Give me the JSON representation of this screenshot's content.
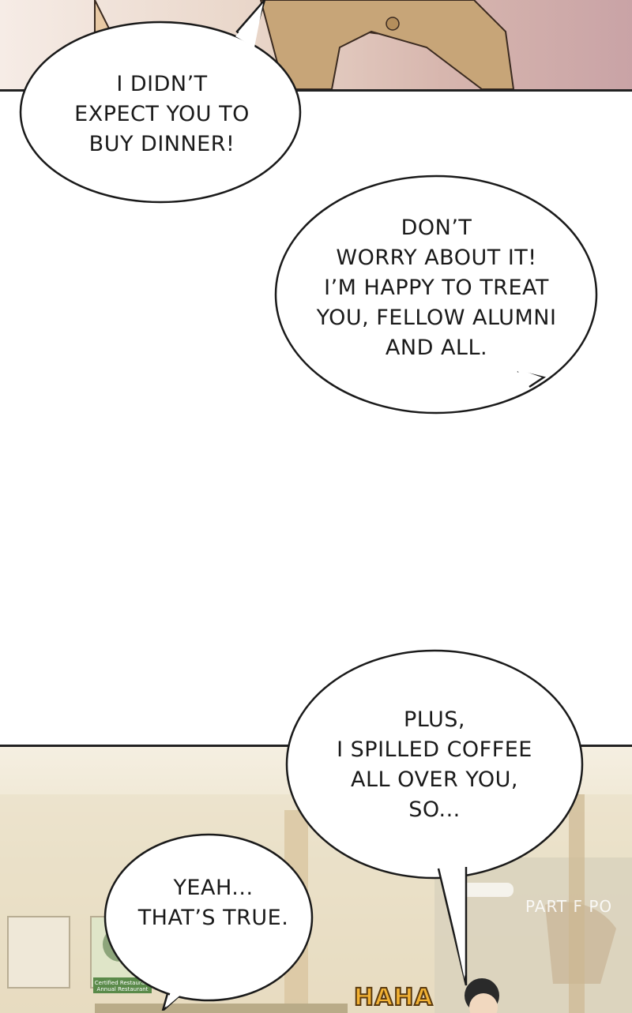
{
  "bubbles": [
    {
      "id": "bubble-1",
      "lines": [
        "I DIDN’T",
        "EXPECT YOU TO",
        "BUY DINNER!"
      ]
    },
    {
      "id": "bubble-2",
      "lines": [
        "DON’T",
        "WORRY ABOUT IT!",
        "I’M HAPPY TO TREAT",
        "YOU, FELLOW ALUMNI",
        "AND ALL."
      ]
    },
    {
      "id": "bubble-3",
      "lines": [
        "PLUS,",
        "I SPILLED COFFEE",
        "ALL OVER YOU,",
        "SO..."
      ]
    },
    {
      "id": "bubble-4",
      "lines": [
        "YEAH...",
        "THAT’S TRUE."
      ]
    }
  ],
  "sfx": {
    "laugh": "HAHA"
  },
  "scene": {
    "shop_sign": "PART  F PO",
    "certificate_label": [
      "Certified Restaurant",
      "Annual Restaurant"
    ]
  },
  "colors": {
    "ink": "#1a1a1a",
    "bubble_fill": "#ffffff",
    "sfx_fill": "#f2b234"
  }
}
